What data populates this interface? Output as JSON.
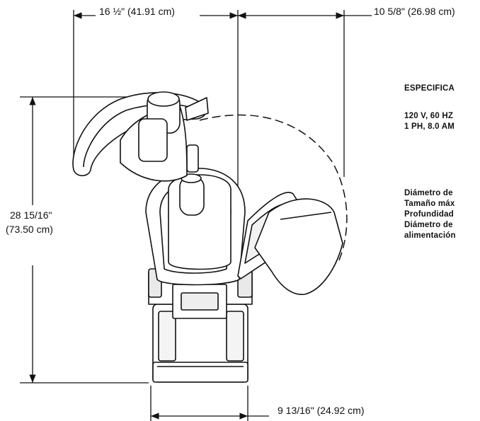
{
  "dimensions": {
    "top_left_width": "16 ½\" (41.91 cm)",
    "top_right_width": "10 5/8\" (26.98 cm)",
    "height_line1": "28 15/16\"",
    "height_line2": "(73.50 cm)",
    "base_width": "9 13/16\" (24.92 cm)"
  },
  "specs": {
    "heading": "ESPECIFICA",
    "power_line1": "120 V, 60 HZ",
    "power_line2": "1 PH, 8.0 AM",
    "list": [
      "Diámetro de",
      "Tamaño máx",
      "Profundidad",
      "Diámetro de",
      "alimentación"
    ]
  }
}
